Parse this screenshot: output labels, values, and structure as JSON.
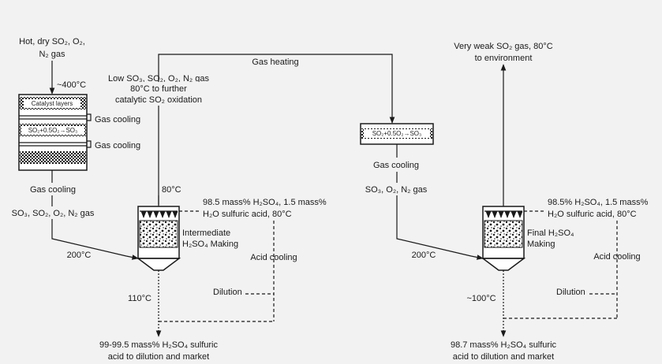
{
  "first_stage": {
    "feed_label_1": "Hot, dry SO₂, O₂,",
    "feed_label_2": "N₂ gas",
    "inlet_temp": "~400°C",
    "catalyst_layers": "Catalyst layers",
    "reaction": "SO₂+0.5O₂→SO₃",
    "gas_cooling_1": "Gas cooling",
    "gas_cooling_2": "Gas cooling",
    "gas_cooling_out": "Gas cooling",
    "product_gas": "SO₃, SO₂, O₂, N₂ gas"
  },
  "gas_transfer": {
    "label_1": "Low SO₃, SO₂, O₂, N₂ gas",
    "label_2": "80°C to further",
    "label_3": "catalytic SO₂ oxidation",
    "heating": "Gas heating"
  },
  "intermediate_tower": {
    "gas_in_temp": "200°C",
    "gas_out_temp": "80°C",
    "acid_feed_1": "98.5 mass% H₂SO₄, 1.5 mass%",
    "acid_feed_2": "H₂O sulfuric acid, 80°C",
    "name_1": "Intermediate",
    "name_2": "H₂SO₄ Making",
    "acid_cooling": "Acid cooling",
    "dilution": "Dilution",
    "acid_out_temp": "110°C",
    "product_1": "99-99.5 mass% H₂SO₄ sulfuric",
    "product_2": "acid to dilution and market"
  },
  "second_stage": {
    "reaction": "SO₂+0.5O₂→SO₃",
    "gas_cooling": "Gas cooling",
    "product_gas": "SO₃, O₂, N₂ gas"
  },
  "final_tower": {
    "exit_gas_1": "Very weak SO₂ gas, 80°C",
    "exit_gas_2": "to environment",
    "gas_in_temp": "200°C",
    "acid_feed_1": "98.5% H₂SO₄, 1.5 mass%",
    "acid_feed_2": "H₂O sulfuric acid, 80°C",
    "name_1": "Final H₂SO₄",
    "name_2": "Making",
    "acid_cooling": "Acid cooling",
    "dilution": "Dilution",
    "acid_out_temp": "~100°C",
    "product_1": "98.7 mass% H₂SO₄ sulfuric",
    "product_2": "acid to dilution and market"
  }
}
